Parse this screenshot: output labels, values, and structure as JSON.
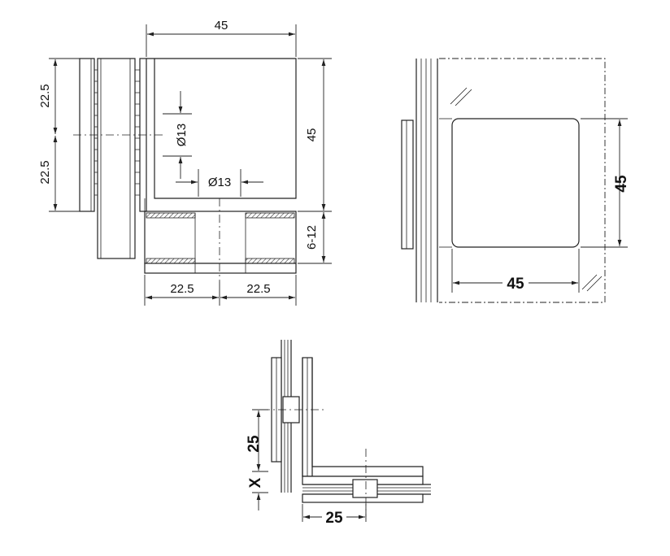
{
  "front_view": {
    "dim_width_top": "45",
    "dim_height_right": "45",
    "dim_upper_left": "22.5",
    "dim_lower_left": "22.5",
    "dim_hole_vertical": "Ø13",
    "dim_hole_horizontal": "Ø13",
    "dim_glass_thickness": "6-12",
    "dim_bottom_left": "22.5",
    "dim_bottom_right": "22.5"
  },
  "side_view": {
    "dim_height": "45",
    "dim_width": "45"
  },
  "plan_view": {
    "dim_vertical": "25",
    "dim_x": "X",
    "dim_horizontal": "25"
  }
}
